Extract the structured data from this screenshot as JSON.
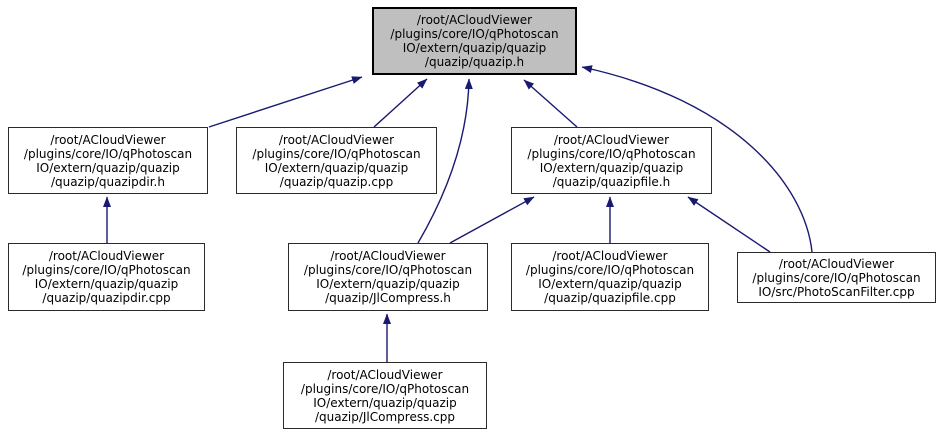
{
  "graph": {
    "type": "include-dependency-graph",
    "colors": {
      "arrow": "#191970",
      "highlight_node_fill": "#bfbfbf",
      "node_fill": "#ffffff",
      "node_border": "#000000"
    },
    "nodes": {
      "quazip_h": {
        "label": "/root/ACloudViewer\n/plugins/core/IO/qPhotoscan\nIO/extern/quazip/quazip\n/quazip/quazip.h",
        "highlighted": true
      },
      "quazipdir_h": {
        "label": "/root/ACloudViewer\n/plugins/core/IO/qPhotoscan\nIO/extern/quazip/quazip\n/quazip/quazipdir.h",
        "highlighted": false
      },
      "quazip_cpp": {
        "label": "/root/ACloudViewer\n/plugins/core/IO/qPhotoscan\nIO/extern/quazip/quazip\n/quazip/quazip.cpp",
        "highlighted": false
      },
      "quazipfile_h": {
        "label": "/root/ACloudViewer\n/plugins/core/IO/qPhotoscan\nIO/extern/quazip/quazip\n/quazip/quazipfile.h",
        "highlighted": false
      },
      "quazipdir_cpp": {
        "label": "/root/ACloudViewer\n/plugins/core/IO/qPhotoscan\nIO/extern/quazip/quazip\n/quazip/quazipdir.cpp",
        "highlighted": false
      },
      "jlcompress_h": {
        "label": "/root/ACloudViewer\n/plugins/core/IO/qPhotoscan\nIO/extern/quazip/quazip\n/quazip/JlCompress.h",
        "highlighted": false
      },
      "quazipfile_cpp": {
        "label": "/root/ACloudViewer\n/plugins/core/IO/qPhotoscan\nIO/extern/quazip/quazip\n/quazip/quazipfile.cpp",
        "highlighted": false
      },
      "photoscanfilter_cpp": {
        "label": "/root/ACloudViewer\n/plugins/core/IO/qPhotoscan\nIO/src/PhotoScanFilter.cpp",
        "highlighted": false
      },
      "jlcompress_cpp": {
        "label": "/root/ACloudViewer\n/plugins/core/IO/qPhotoscan\nIO/extern/quazip/quazip\n/quazip/JlCompress.cpp",
        "highlighted": false
      }
    },
    "edges": [
      {
        "from": "quazipdir_h",
        "to": "quazip_h"
      },
      {
        "from": "quazip_cpp",
        "to": "quazip_h"
      },
      {
        "from": "jlcompress_h",
        "to": "quazip_h"
      },
      {
        "from": "quazipfile_h",
        "to": "quazip_h"
      },
      {
        "from": "photoscanfilter_cpp",
        "to": "quazip_h"
      },
      {
        "from": "quazipdir_cpp",
        "to": "quazipdir_h"
      },
      {
        "from": "jlcompress_h",
        "to": "quazipfile_h"
      },
      {
        "from": "quazipfile_cpp",
        "to": "quazipfile_h"
      },
      {
        "from": "photoscanfilter_cpp",
        "to": "quazipfile_h"
      },
      {
        "from": "jlcompress_cpp",
        "to": "jlcompress_h"
      }
    ]
  }
}
